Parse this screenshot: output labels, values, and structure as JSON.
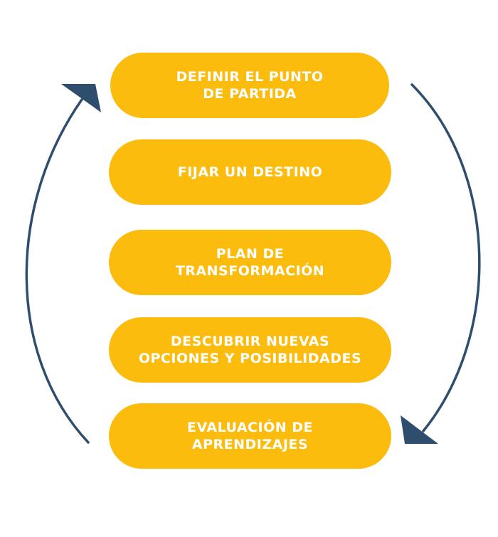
{
  "colors": {
    "step_fill": "#fbbc0e",
    "step_text": "#ffffff",
    "arrow": "#2f4e6e",
    "background": "#ffffff"
  },
  "steps": [
    {
      "label": "DEFINIR EL PUNTO\nDE PARTIDA"
    },
    {
      "label": "FIJAR UN DESTINO"
    },
    {
      "label": "PLAN DE\nTRANSFORMACIÓN"
    },
    {
      "label": "DESCUBRIR NUEVAS\nOPCIONES Y POSIBILIDADES"
    },
    {
      "label": "EVALUACIÓN DE\nAPRENDIZAJES"
    }
  ],
  "arrows": {
    "left": {
      "direction": "up",
      "icon": "curved-arrow-up-icon"
    },
    "right": {
      "direction": "down",
      "icon": "curved-arrow-down-icon"
    }
  }
}
